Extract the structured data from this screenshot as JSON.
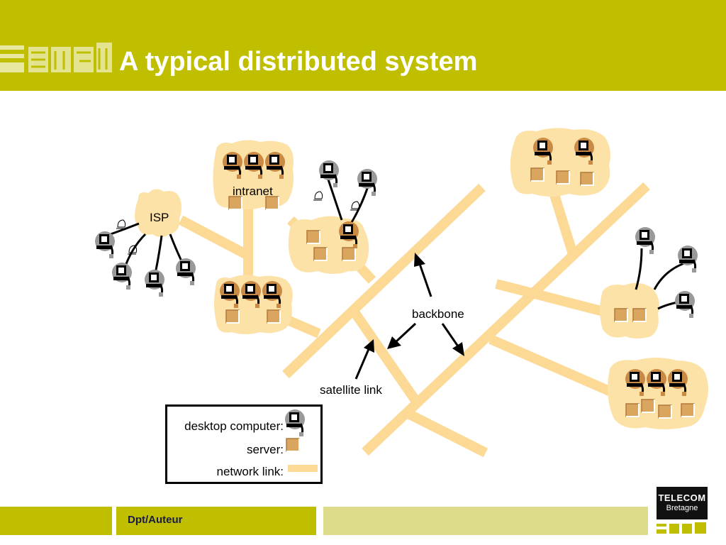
{
  "slide": {
    "title": "A typical distributed system",
    "footer_text": "Dpt/Auteur"
  },
  "diagram": {
    "labels": {
      "isp": "ISP",
      "intranet": "intranet",
      "backbone": "backbone",
      "satellite_link": "satellite link"
    }
  },
  "legend": {
    "desktop_computer": "desktop computer:",
    "server": "server:",
    "network_link": "network link:"
  },
  "brand": {
    "name": "TELECOM",
    "sub": "Bretagne"
  },
  "colors": {
    "header_bar": "#bfbf00",
    "footer_light": "#dcdc8a",
    "cloud": "#fde2a8",
    "network_link": "#fcd995",
    "server": "#d9a55f",
    "computer_head": "#999999",
    "computer_screen": "#000000"
  },
  "icons": {
    "desktop_computer": "desktop-computer-icon",
    "server": "server-icon",
    "wireless": "wireless-signal-icon"
  }
}
